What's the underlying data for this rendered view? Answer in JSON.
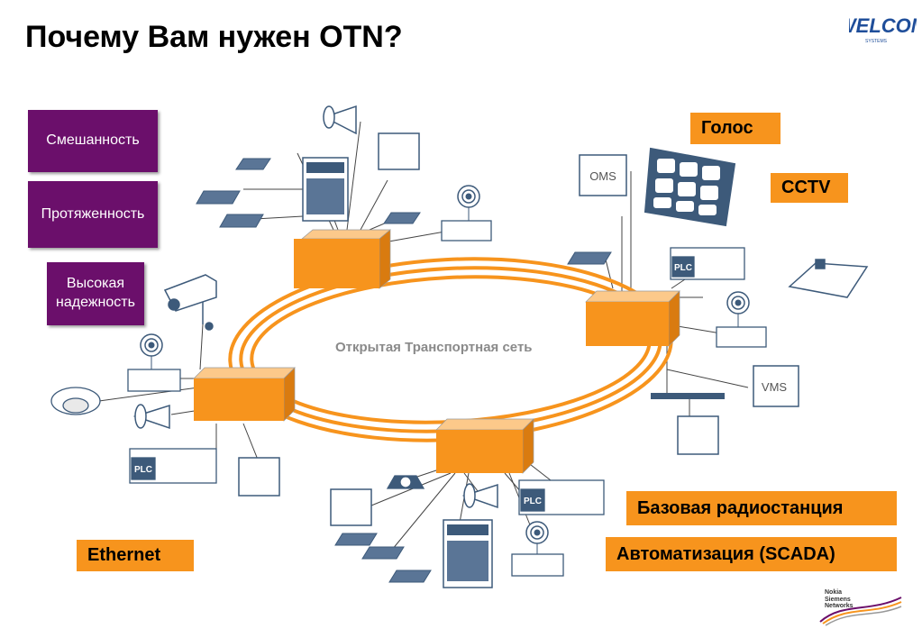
{
  "title": "Почему Вам нужен OTN?",
  "logo_text": "WELCOM",
  "logo_subtext": "SYSTEMS",
  "left_boxes": [
    "Смешанность",
    "Протяженность",
    "Высокая надежность"
  ],
  "labels": {
    "voice": "Голос",
    "cctv": "CCTV",
    "base_station": "Базовая радиостанция",
    "scada": "Автоматизация (SCADA)",
    "ethernet": "Ethernet"
  },
  "ring_label": "Открытая Транспортная сеть",
  "device_labels": {
    "oms": "OMS",
    "vms": "VMS",
    "plc": "PLC"
  },
  "footer_brand": "Nokia Siemens Networks",
  "colors": {
    "orange": "#f7941d",
    "purple": "#6b0f6b",
    "device": "#3d5a7a"
  }
}
